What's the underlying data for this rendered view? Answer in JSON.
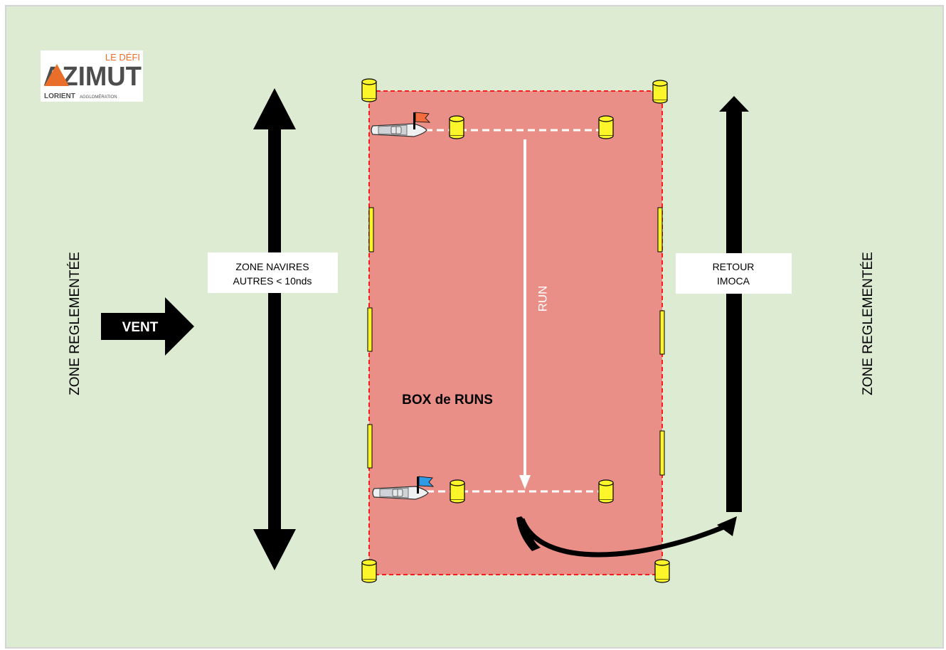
{
  "colors": {
    "background": "#ddebd3",
    "border": "#d4d4d4",
    "box_fill": "#ea8f87",
    "box_border": "#ff1a1a",
    "buoy": "#fbf52a",
    "arrow": "#000000",
    "run_line": "#ffffff",
    "flag_top": "#f26c3d",
    "flag_bottom": "#2f9be4",
    "logo_orange": "#e86e2a",
    "logo_gray": "#4d4d4d"
  },
  "logo": {
    "tagline": "LE DÉFI",
    "name": "AZIMUT",
    "sub_brand": "LORIENT",
    "sub_text": "AGGLOMÉRATION"
  },
  "labels": {
    "zone_left": "ZONE REGLEMENTÉE",
    "zone_right": "ZONE REGLEMENTÉE",
    "wind": "VENT",
    "zone_ships_line1": "ZONE NAVIRES",
    "zone_ships_line2": "AUTRES < 10nds",
    "return_line1": "RETOUR",
    "return_line2": "IMOCA",
    "run": "RUN",
    "box": "BOX de RUNS"
  },
  "icons": {
    "boat": "boat-icon",
    "flag": "flag-icon",
    "buoy": "buoy-icon"
  }
}
